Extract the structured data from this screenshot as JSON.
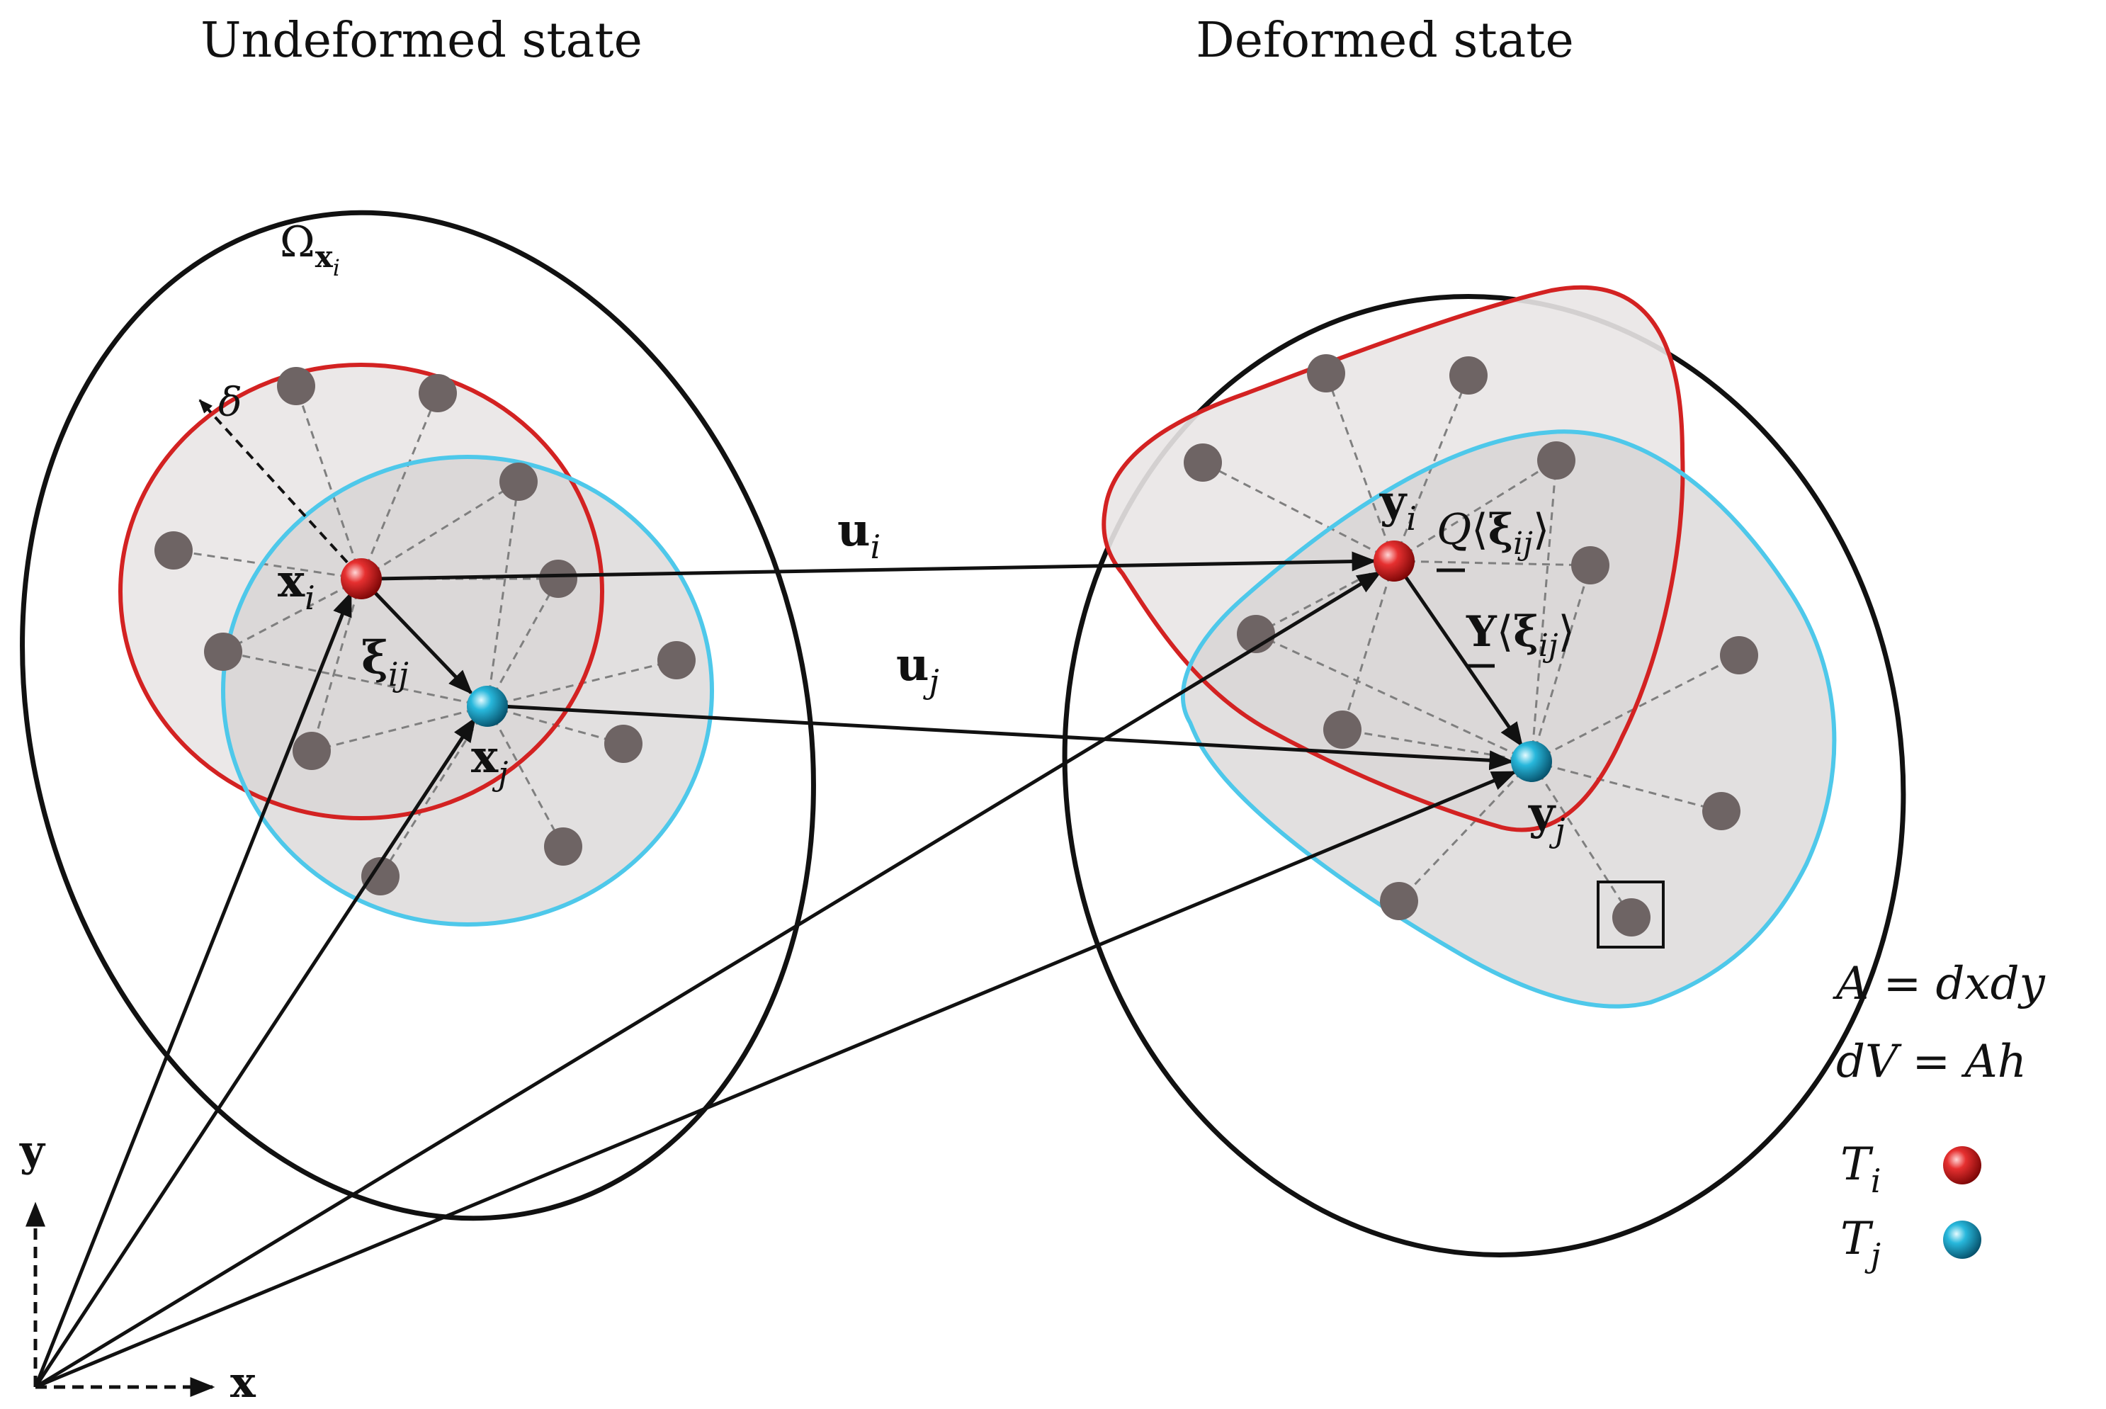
{
  "titles": {
    "undeformed": "Undeformed state",
    "deformed": "Deformed state"
  },
  "labels": {
    "omega": "Ω",
    "omega_sub": "x",
    "omega_subsub": "i",
    "delta": "δ",
    "xi_base": "x",
    "xi_sub": "i",
    "xj_base": "x",
    "xj_sub": "j",
    "xi_bond_base": "ξ",
    "xi_bond_sub": "ij",
    "ui_base": "u",
    "ui_sub": "i",
    "uj_base": "u",
    "uj_sub": "j",
    "yi_base": "y",
    "yi_sub": "i",
    "yj_base": "y",
    "yj_sub": "j",
    "Q_state": "Q",
    "Y_state": "Y",
    "angle_open": "⟨",
    "angle_close": "⟩",
    "state_arg_base": "ξ",
    "state_arg_sub": "ij",
    "axis_x": "x",
    "axis_y": "y"
  },
  "legend": {
    "area_eq": "A = dxdy",
    "volume_eq": "dV = Ah",
    "Ti_base": "T",
    "Ti_sub": "i",
    "Tj_base": "T",
    "Tj_sub": "j"
  },
  "colors": {
    "horizon_i": "#d32222",
    "horizon_j": "#4ec8ea",
    "node_i": "#e02020",
    "node_j": "#1ab0d8",
    "neighbor": "#6e6464",
    "region_fill": "#d6d2d2"
  }
}
